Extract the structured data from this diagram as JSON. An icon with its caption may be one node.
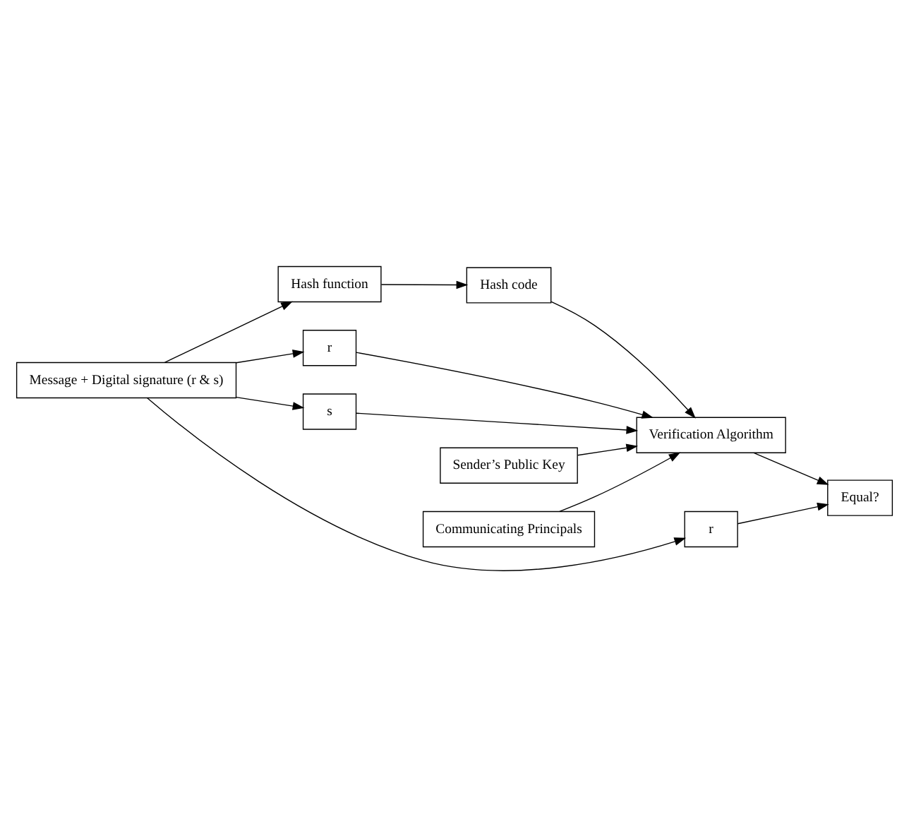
{
  "diagram": {
    "nodes": [
      {
        "text": [
          "Message + Digital signature (r & s)"
        ]
      },
      {
        "text": [
          "Hash function"
        ]
      },
      {
        "text": [
          "Hash code"
        ]
      },
      {
        "text": [
          "r"
        ]
      },
      {
        "text": [
          "s"
        ]
      },
      {
        "text": [
          "Sender’s Public Key"
        ]
      },
      {
        "text": [
          "Communicating Principals"
        ]
      },
      {
        "text": [
          "Verification Algorithm"
        ]
      },
      {
        "text": [
          "r"
        ]
      },
      {
        "text": [
          "Equal?"
        ]
      }
    ],
    "edges": [
      {
        "from": 0,
        "to": 1,
        "arrow": "to"
      },
      {
        "from": 1,
        "to": 2,
        "arrow": "to"
      },
      {
        "from": 0,
        "to": 3,
        "arrow": "to"
      },
      {
        "from": 0,
        "to": 4,
        "arrow": "to"
      },
      {
        "from": 2,
        "to": 7,
        "arrow": "to"
      },
      {
        "from": 3,
        "to": 7,
        "arrow": "to"
      },
      {
        "from": 4,
        "to": 7,
        "arrow": "to"
      },
      {
        "from": 5,
        "to": 7,
        "arrow": "to"
      },
      {
        "from": 6,
        "to": 7,
        "arrow": "to"
      },
      {
        "from": 7,
        "to": 9,
        "arrow": "to"
      },
      {
        "from": 0,
        "to": 8,
        "arrow": "to"
      },
      {
        "from": 8,
        "to": 9,
        "arrow": "to"
      }
    ]
  }
}
